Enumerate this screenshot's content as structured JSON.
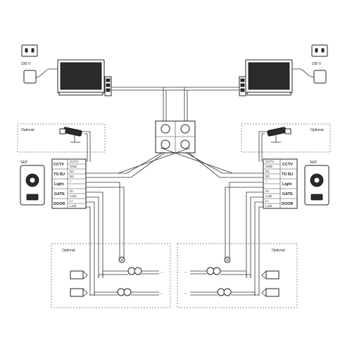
{
  "diagram": {
    "power_labels": {
      "left": "230 V",
      "right": "230 V"
    },
    "optional_label": "Optional",
    "panel_label": "SEP",
    "terminals_left": [
      {
        "func": "CCTV",
        "pins": [
          "CCTV",
          "GND"
        ]
      },
      {
        "func": "TO BJ",
        "pins": [
          "D1",
          "D2"
        ]
      },
      {
        "func": "Light",
        "pins": [
          "+",
          "-"
        ]
      },
      {
        "func": "GATE",
        "pins": [
          "G+",
          "Lock"
        ]
      },
      {
        "func": "DOOR",
        "pins": [
          "L+",
          "Lock"
        ]
      }
    ],
    "terminals_right": [
      {
        "func": "CCTV",
        "pins": [
          "CCTV",
          "GND"
        ]
      },
      {
        "func": "TO BJ",
        "pins": [
          "D1",
          "D2"
        ]
      },
      {
        "func": "Light",
        "pins": [
          "+",
          "-"
        ]
      },
      {
        "func": "GATE",
        "pins": [
          "G+",
          "Lock"
        ]
      },
      {
        "func": "DOOR",
        "pins": [
          "L+",
          "Lock"
        ]
      }
    ],
    "tilde": "~"
  }
}
